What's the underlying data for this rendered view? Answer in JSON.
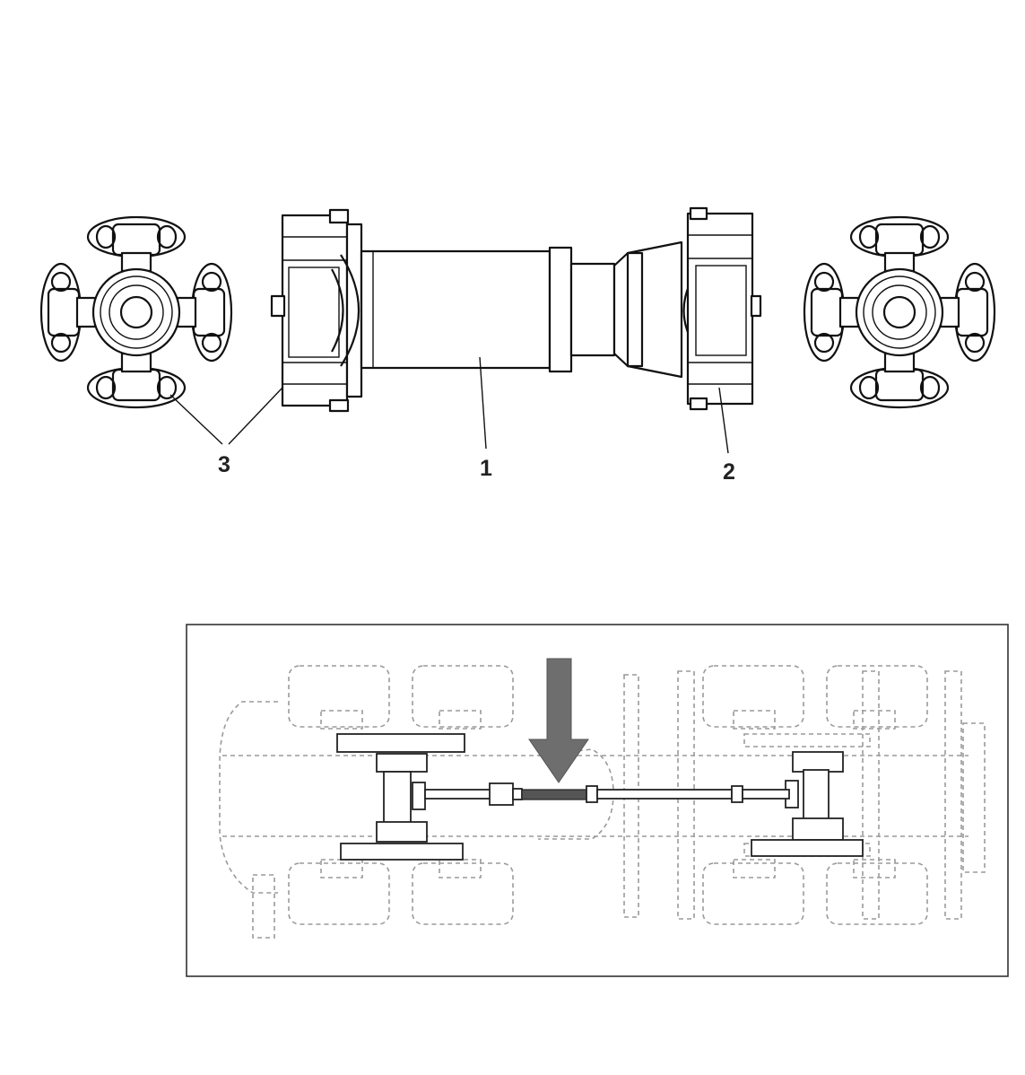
{
  "callouts": [
    {
      "id": "1",
      "label": "1"
    },
    {
      "id": "2",
      "label": "2"
    },
    {
      "id": "3",
      "label": "3"
    }
  ],
  "colors": {
    "line": "#111111",
    "ghost_outline": "#9a9a9a",
    "locator_arrow": "#6e6e6e",
    "inset_frame": "#333333",
    "background": "#ffffff"
  },
  "icons": {
    "cross_joint_left": "universal-joint-cross-icon",
    "cross_joint_right": "universal-joint-cross-icon",
    "locator_arrow": "down-arrow-icon"
  }
}
